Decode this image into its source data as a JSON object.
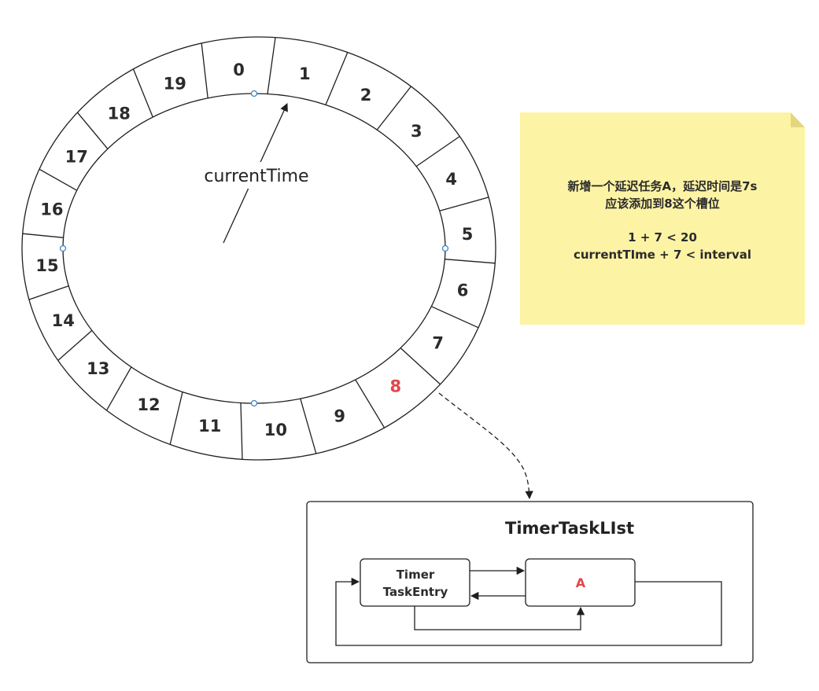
{
  "wheel": {
    "slots": [
      "0",
      "1",
      "2",
      "3",
      "4",
      "5",
      "6",
      "7",
      "8",
      "9",
      "10",
      "11",
      "12",
      "13",
      "14",
      "15",
      "16",
      "17",
      "18",
      "19"
    ],
    "highlighted_slot": "8",
    "hand_label": "currentTime"
  },
  "note": {
    "lines": [
      "新增一个延迟任务A，延迟时间是7s",
      "应该添加到8这个槽位",
      "",
      "1 + 7 < 20",
      "currentTIme + 7 < interval"
    ]
  },
  "task_list": {
    "title": "TimerTaskLIst",
    "entry_label_lines": [
      "Timer",
      "TaskEntry"
    ],
    "task_label": "A"
  },
  "colors": {
    "note_fill": "#fdf3a5",
    "note_fold": "#e3d77d",
    "highlight": "#e0474c",
    "stroke": "#1f1f1f",
    "handle": "#3d85c6"
  }
}
